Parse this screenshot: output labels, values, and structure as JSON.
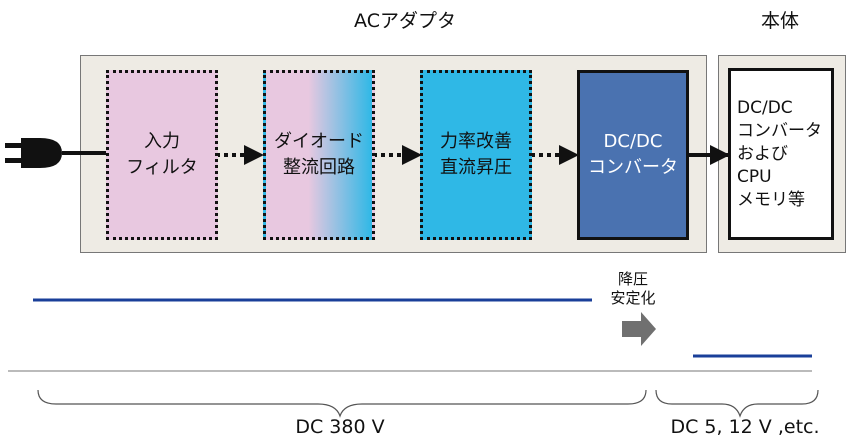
{
  "diagram": {
    "adapter_title": "ACアダプタ",
    "body_title": "本体",
    "blocks": [
      {
        "label": "入力\nフィルタ",
        "color": "#e8c8e0"
      },
      {
        "label": "ダイオード\n整流回路",
        "gradient_from": "#e8c8e0",
        "gradient_to": "#2fb8e6"
      },
      {
        "label": "力率改善\n直流昇圧",
        "color": "#2fb8e6"
      },
      {
        "label": "DC/DC\nコンバータ",
        "color": "#4a72b0"
      }
    ],
    "body_block": {
      "label": "DC/DC\nコンバータ\nおよび\nCPU\nメモリ等"
    },
    "step_down_note": "降圧\n安定化",
    "voltage_high": "DC 380 V",
    "voltage_low": "DC 5, 12 V ,etc.",
    "colors": {
      "panel_bg": "#eeebe4",
      "voltage_line": "#1a3f99",
      "arrow_gray": "#707070"
    }
  }
}
